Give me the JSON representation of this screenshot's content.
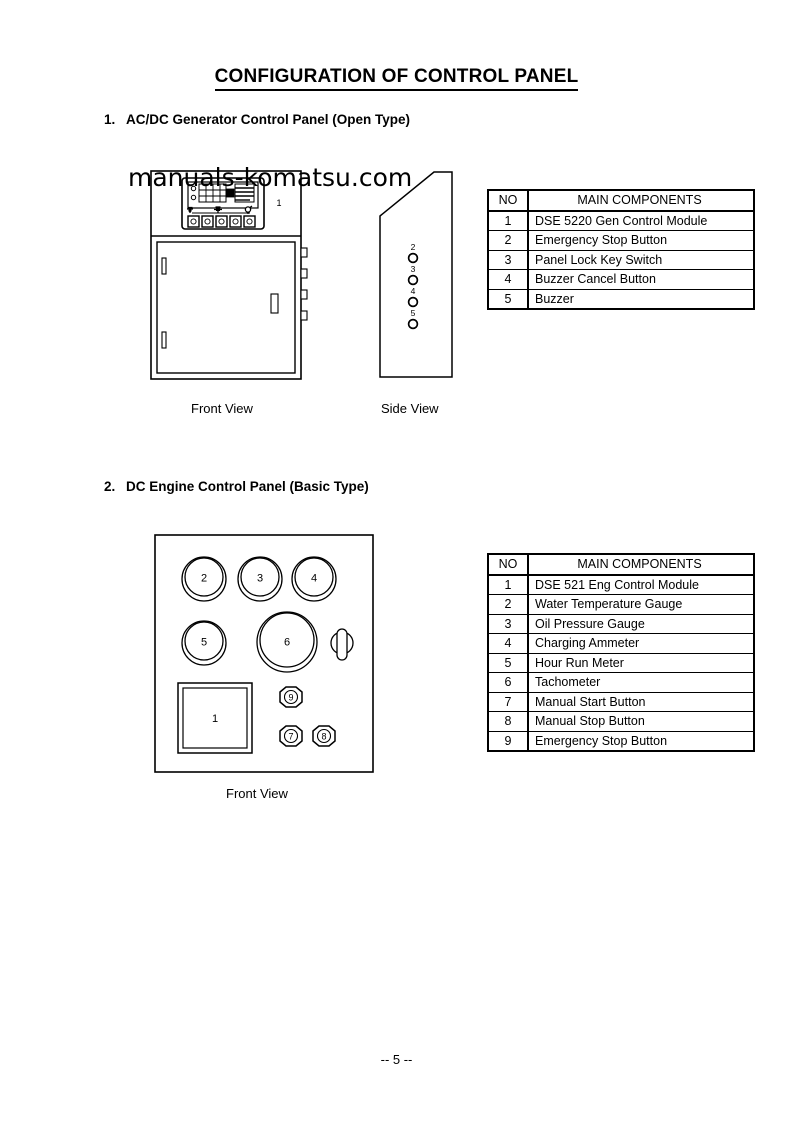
{
  "document": {
    "title": "CONFIGURATION OF CONTROL PANEL",
    "page_number": "-- 5 --",
    "watermark": "manuals-komatsu.com"
  },
  "sections": [
    {
      "number": "1.",
      "heading": "AC/DC Generator Control Panel (Open Type)",
      "views": [
        {
          "label": "Front View"
        },
        {
          "label": "Side View"
        }
      ],
      "table": {
        "headers": [
          "NO",
          "MAIN COMPONENTS"
        ],
        "rows": [
          {
            "no": "1",
            "name": "DSE 5220 Gen Control Module"
          },
          {
            "no": "2",
            "name": "Emergency Stop Button"
          },
          {
            "no": "3",
            "name": "Panel Lock Key Switch"
          },
          {
            "no": "4",
            "name": "Buzzer Cancel Button"
          },
          {
            "no": "5",
            "name": "Buzzer"
          }
        ]
      },
      "callouts": {
        "front": [
          "1"
        ],
        "side": [
          "2",
          "3",
          "4",
          "5"
        ]
      }
    },
    {
      "number": "2.",
      "heading": "DC Engine Control Panel (Basic Type)",
      "views": [
        {
          "label": "Front View"
        }
      ],
      "table": {
        "headers": [
          "NO",
          "MAIN COMPONENTS"
        ],
        "rows": [
          {
            "no": "1",
            "name": "DSE 521 Eng Control Module"
          },
          {
            "no": "2",
            "name": "Water Temperature Gauge"
          },
          {
            "no": "3",
            "name": "Oil Pressure Gauge"
          },
          {
            "no": "4",
            "name": "Charging Ammeter"
          },
          {
            "no": "5",
            "name": "Hour Run Meter"
          },
          {
            "no": "6",
            "name": "Tachometer"
          },
          {
            "no": "7",
            "name": "Manual Start Button"
          },
          {
            "no": "8",
            "name": "Manual Stop Button"
          },
          {
            "no": "9",
            "name": "Emergency Stop Button"
          }
        ]
      },
      "callouts": {
        "front": [
          "1",
          "2",
          "3",
          "4",
          "5",
          "6",
          "7",
          "8",
          "9"
        ]
      }
    }
  ],
  "colors": {
    "line": "#000000",
    "background": "#ffffff",
    "text": "#000000"
  }
}
